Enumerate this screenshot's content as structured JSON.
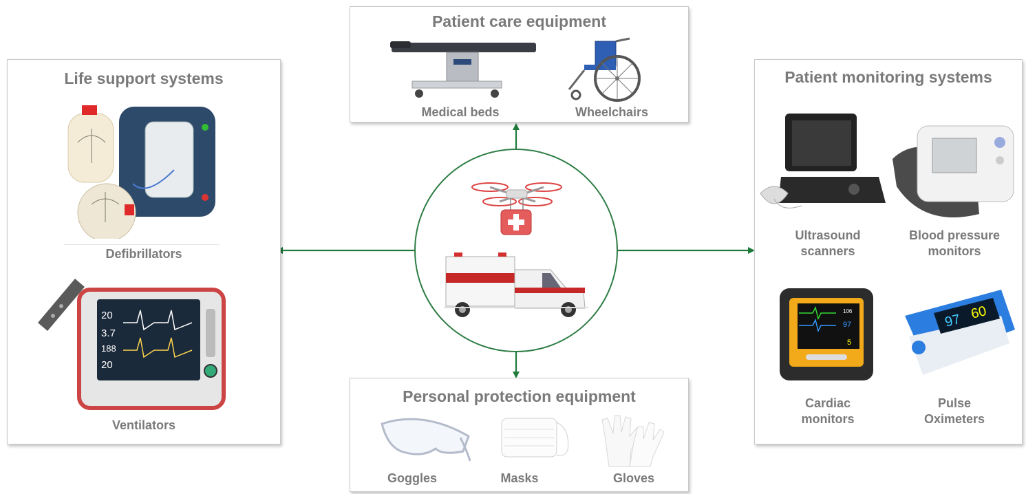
{
  "hub": {
    "name": "Drone and ambulance"
  },
  "colors": {
    "connector": "#1e7a3a",
    "panel_border": "#c9c9c9",
    "text": "#7a7a7a"
  },
  "patient_care": {
    "title": "Patient care equipment",
    "items": [
      {
        "label": "Medical beds",
        "icon": "medical-bed-icon"
      },
      {
        "label": "Wheelchairs",
        "icon": "wheelchair-icon"
      }
    ]
  },
  "life_support": {
    "title": "Life support systems",
    "items": [
      {
        "label": "Defibrillators",
        "icon": "defibrillator-icon"
      },
      {
        "label": "Ventilators",
        "icon": "ventilator-icon"
      }
    ]
  },
  "monitoring": {
    "title": "Patient monitoring systems",
    "items": [
      {
        "label": "Ultrasound\nscanners",
        "icon": "ultrasound-scanner-icon"
      },
      {
        "label": "Blood pressure\nmonitors",
        "icon": "blood-pressure-monitor-icon"
      },
      {
        "label": "Cardiac\nmonitors",
        "icon": "cardiac-monitor-icon"
      },
      {
        "label": "Pulse\nOximeters",
        "icon": "pulse-oximeter-icon"
      }
    ],
    "oximeter_readings": {
      "spo2": "97",
      "pr": "60"
    },
    "cardiac_readings": {
      "a": "106",
      "b": "97",
      "c": "5"
    },
    "ventilator_readings": {
      "a": "20",
      "b": "3.7",
      "c": "188",
      "d": "20"
    }
  },
  "ppe": {
    "title": "Personal protection equipment",
    "items": [
      {
        "label": "Goggles",
        "icon": "goggles-icon"
      },
      {
        "label": "Masks",
        "icon": "mask-icon"
      },
      {
        "label": "Gloves",
        "icon": "gloves-icon"
      }
    ]
  }
}
